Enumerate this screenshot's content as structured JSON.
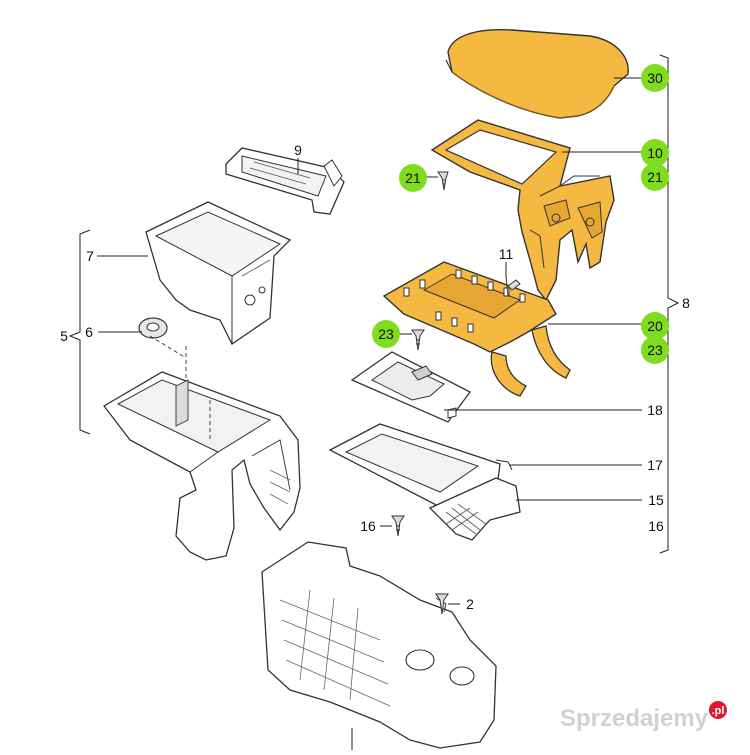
{
  "labels": {
    "l30": "30",
    "l10": "10",
    "l21a": "21",
    "l21b": "21",
    "l8": "8",
    "l20": "20",
    "l23a": "23",
    "l23b": "23",
    "l11": "11",
    "l9": "9",
    "l7": "7",
    "l6": "6",
    "l5": "5",
    "l18": "18",
    "l17": "17",
    "l15": "15",
    "l16a": "16",
    "l16b": "16",
    "l2": "2"
  },
  "watermark": {
    "text": "Sprzedajemy",
    "suffix": ".pl"
  },
  "colors": {
    "highlight": "#7fdc1e",
    "part_fill": "#f5b942",
    "part_stroke": "#333333",
    "line": "#222222",
    "watermark": "#c9c9c9",
    "watermark_badge": "#e0162b"
  }
}
